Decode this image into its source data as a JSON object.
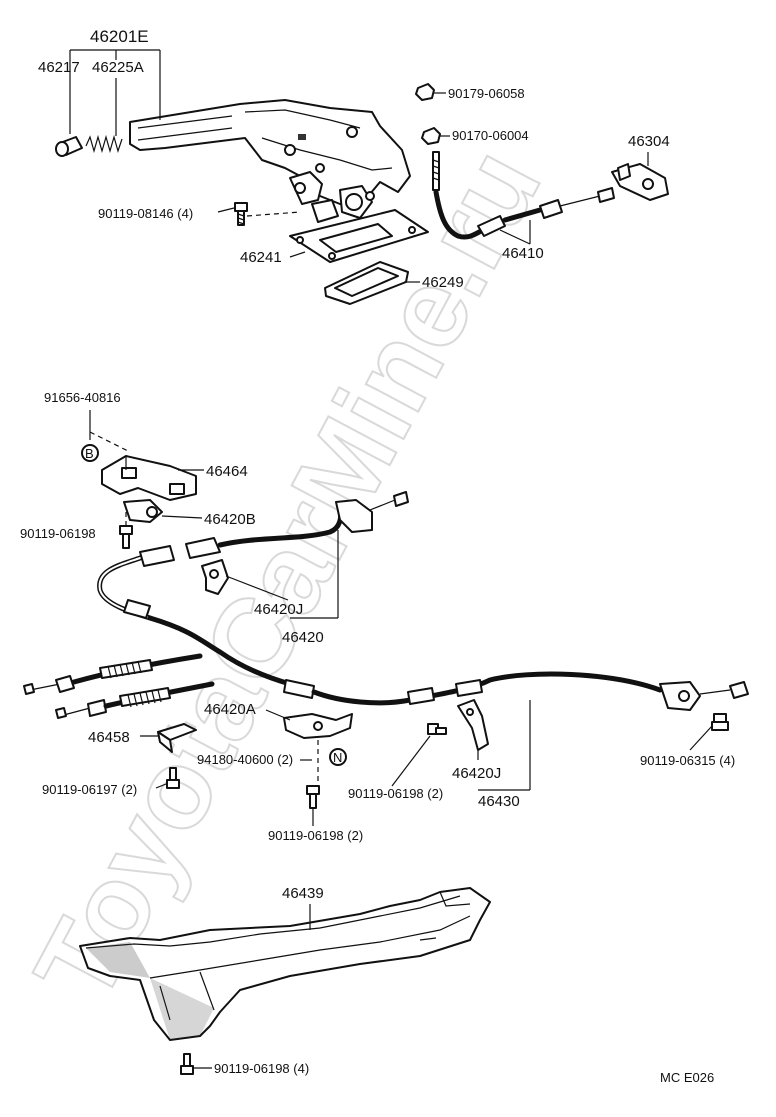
{
  "watermark": "ToyotaCarMine.ru",
  "diagram_code": "MC E026",
  "circle_markers": {
    "b": "B",
    "n": "N"
  },
  "labels": {
    "p46201E": "46201E",
    "p46217": "46217",
    "p46225A": "46225A",
    "p90179_06058": "90179-06058",
    "p90170_06004": "90170-06004",
    "p46304": "46304",
    "p90119_08146": "90119-08146 (4)",
    "p46241": "46241",
    "p46249": "46249",
    "p46410": "46410",
    "p91656_40816": "91656-40816",
    "p46464": "46464",
    "p46420B": "46420B",
    "p90119_06198_a": "90119-06198",
    "p46420J_a": "46420J",
    "p46420": "46420",
    "p46458": "46458",
    "p46420A": "46420A",
    "p94180_40600": "94180-40600 (2)",
    "p90119_06197": "90119-06197 (2)",
    "p90119_06198_b": "90119-06198 (2)",
    "p90119_06198_c": "90119-06198 (2)",
    "p46420J_b": "46420J",
    "p46430": "46430",
    "p90119_06315": "90119-06315 (4)",
    "p46439": "46439",
    "p90119_06198_d": "90119-06198 (4)"
  }
}
